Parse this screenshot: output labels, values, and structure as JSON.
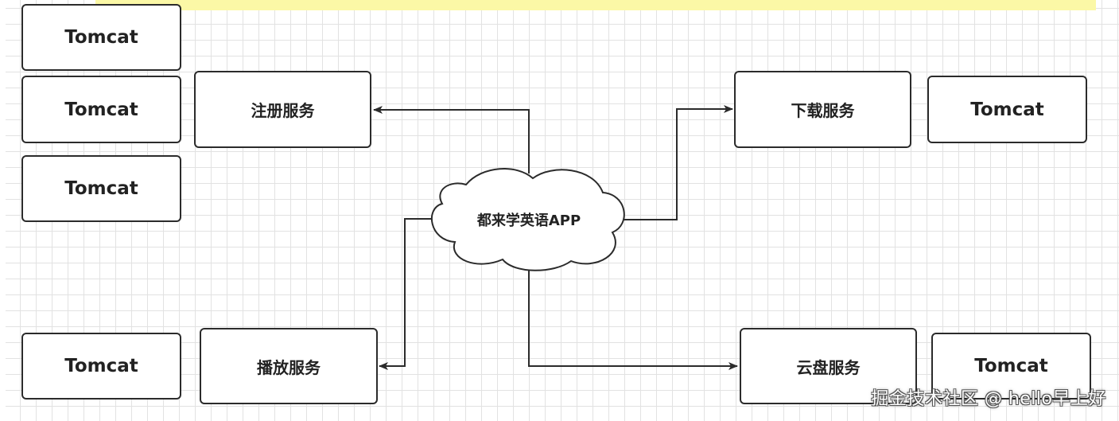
{
  "diagram": {
    "center": {
      "label": "都来学英语APP"
    },
    "services": {
      "register": "注册服务",
      "download": "下载服务",
      "play": "播放服务",
      "cloud": "云盘服务"
    },
    "servers": {
      "register_1": "Tomcat",
      "register_2": "Tomcat",
      "register_3": "Tomcat",
      "download_1": "Tomcat",
      "play_1": "Tomcat",
      "cloud_1": "Tomcat"
    }
  },
  "watermark": "掘金技术社区 @ hello早上好",
  "colors": {
    "grid_line": "#e2e2e2",
    "stroke": "#2b2b2b",
    "top_highlight": "#fbf8a6"
  }
}
